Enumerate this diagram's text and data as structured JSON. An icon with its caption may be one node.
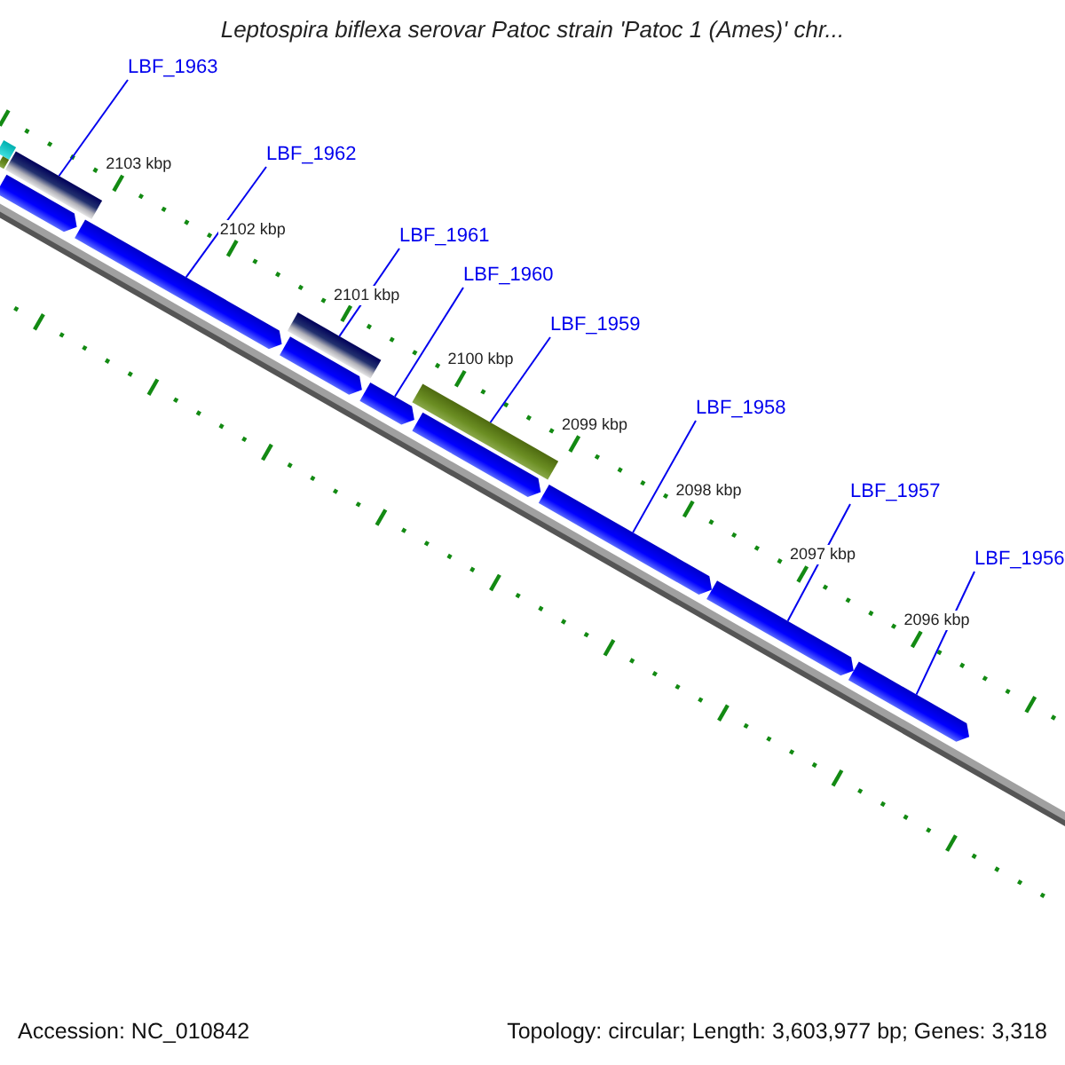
{
  "diagram": {
    "title": "Leptospira biflexa serovar Patoc strain 'Patoc 1 (Ames)' chr...",
    "nodes": [
      {
        "text": [
          "LBF_1963"
        ]
      },
      {
        "text": [
          "LBF_1962"
        ]
      },
      {
        "text": [
          "LBF_1961"
        ]
      },
      {
        "text": [
          "LBF_1960"
        ]
      },
      {
        "text": [
          "LBF_1959"
        ]
      },
      {
        "text": [
          "LBF_1958"
        ]
      },
      {
        "text": [
          "LBF_1957"
        ]
      },
      {
        "text": [
          "LBF_1956"
        ]
      },
      {
        "text": [],
        "shape": "bar"
      },
      {
        "text": [],
        "shape": "bar"
      },
      {
        "text": [],
        "shape": "arrow"
      },
      {
        "text": [],
        "shape": "bar"
      },
      {
        "text": [],
        "shape": "arrow"
      },
      {
        "text": [],
        "shape": "arrow"
      },
      {
        "text": [],
        "shape": "bar"
      },
      {
        "text": [],
        "shape": "arrow"
      },
      {
        "text": [],
        "shape": "arrow"
      },
      {
        "text": [],
        "shape": "bar"
      },
      {
        "text": [],
        "shape": "arrow"
      },
      {
        "text": [],
        "shape": "arrow"
      },
      {
        "text": [],
        "shape": "arrow"
      }
    ],
    "edges": [
      {
        "from": 0,
        "to": 11,
        "arrow": "none"
      },
      {
        "from": 1,
        "to": 12,
        "arrow": "none"
      },
      {
        "from": 2,
        "to": 14,
        "arrow": "none"
      },
      {
        "from": 3,
        "to": 15,
        "arrow": "none"
      },
      {
        "from": 4,
        "to": 17,
        "arrow": "none"
      },
      {
        "from": 5,
        "to": 18,
        "arrow": "none"
      },
      {
        "from": 6,
        "to": 19,
        "arrow": "none"
      },
      {
        "from": 7,
        "to": 20,
        "arrow": "none"
      }
    ],
    "labels": [
      "2103 kbp",
      "2102 kbp",
      "2101 kbp",
      "2100 kbp",
      "2099 kbp",
      "2098 kbp",
      "2097 kbp",
      "2096 kbp",
      "Accession: NC_010842",
      "Topology: circular; Length: 3,603,977 bp; Genes: 3,318"
    ]
  }
}
